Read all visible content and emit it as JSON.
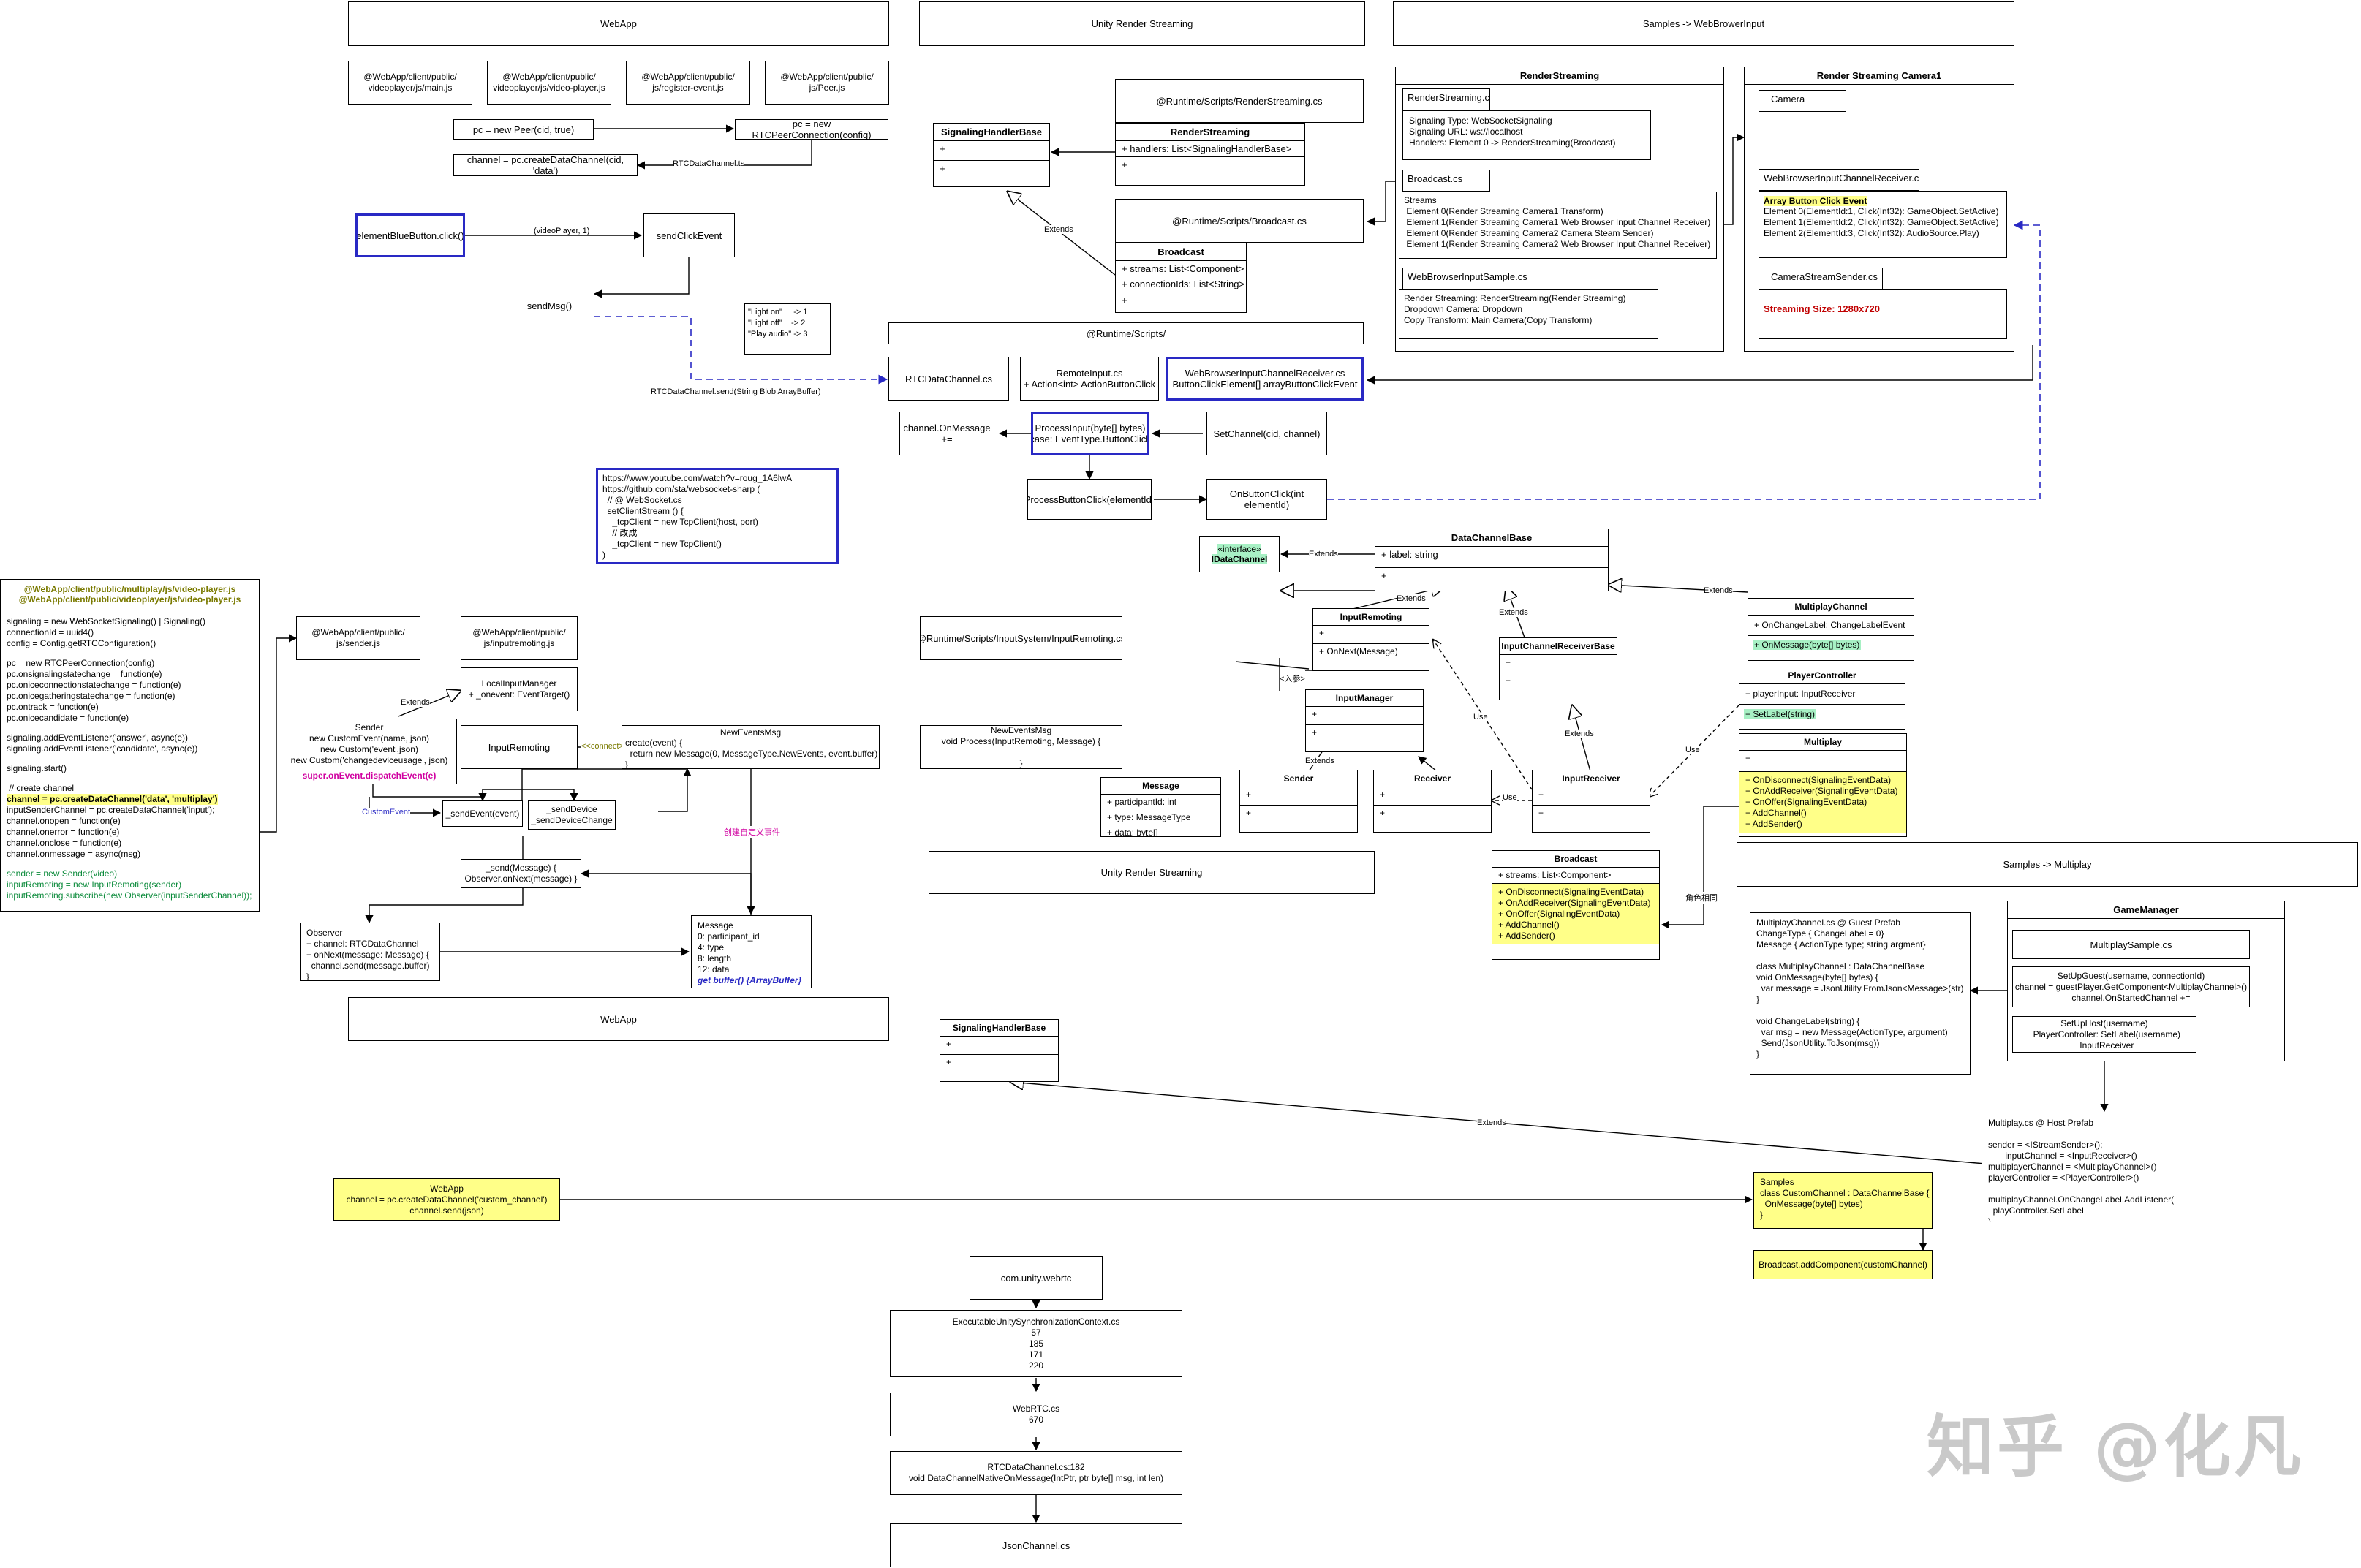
{
  "sections": {
    "webapp_top": "WebApp",
    "unity_render_streaming_top": "Unity Render Streaming",
    "samples_webbrowserinput": "Samples -> WebBrowerInput",
    "webapp_bottom": "WebApp",
    "unity_render_streaming_mid": "Unity Render Streaming",
    "samples_multiplay": "Samples -> Multiplay"
  },
  "webapp_files": [
    "@WebApp/client/public/\nvideoplayer/js/main.js",
    "@WebApp/client/public/\nvideoplayer/js/video-player.js",
    "@WebApp/client/public/\njs/register-event.js",
    "@WebApp/client/public/\njs/Peer.js"
  ],
  "webapp_flow": {
    "new_peer": "pc = new Peer(cid, true)",
    "new_rtc": "pc = new RTCPeerConnection(config)",
    "create_channel": "channel = pc.createDataChannel(cid, 'data')",
    "rtc_ts": "RTCDataChannel.ts",
    "element_click": "elementBlueButton.click()",
    "video_player_edge": "(videoPlayer, 1)",
    "send_click_event": "sendClickEvent",
    "send_msg": "sendMsg()",
    "send_edge": "RTCDataChannel.send(String Blob ArrayBuffer)",
    "light_note": "\"Light on\"     -> 1\n\"Light off\"    -> 2\n\"Play audio\" -> 3"
  },
  "unity_top": {
    "render_streaming_cs": "@Runtime/Scripts/RenderStreaming.cs",
    "render_streaming_class": {
      "name": "RenderStreaming",
      "attrs": [
        "+ handlers: List<SignalingHandlerBase>"
      ],
      "ops": [
        "+"
      ]
    },
    "signaling_handler_base": {
      "name": "SignalingHandlerBase",
      "attrs": [
        "+"
      ],
      "ops": [
        "+"
      ]
    },
    "extends": "Extends",
    "broadcast_cs": "@Runtime/Scripts/Broadcast.cs",
    "broadcast_class": {
      "name": "Broadcast",
      "attrs": [
        "+ streams: List<Component>",
        "+ connectionIds: List<String>"
      ],
      "ops": [
        "+"
      ]
    },
    "runtime_scripts": "@Runtime/Scripts/",
    "rtc_data_channel_cs": "RTCDataChannel.cs",
    "remote_input": "RemoteInput.cs\n+ Action<int> ActionButtonClick",
    "web_browser_receiver": "WebBrowserInputChannelReceiver.cs\nButtonClickElement[] arrayButtonClickEvent",
    "channel_on_message": "channel.OnMessage +=",
    "process_input": "ProcessInput(byte[] bytes)\ncase: EventType.ButtonClick",
    "set_channel": "SetChannel(cid, channel)",
    "process_button_click": "ProcessButtonClick(elementId)",
    "on_button_click": "OnButtonClick(int elementId)"
  },
  "samples_wbi": {
    "render_streaming_panel": "RenderStreaming",
    "render_streaming_cs": "RenderStreaming.cs",
    "signaling_info": "Signaling Type: WebSocketSignaling\nSignaling URL: ws://localhost\nHandlers: Element 0 -> RenderStreaming(Broadcast)",
    "broadcast_cs": "Broadcast.cs",
    "streams_info": "Streams\n Element 0(Render Streaming Camera1 Transform)\n Element 1(Render Streaming Camera1 Web Browser Input Channel Receiver)\n Element 0(Render Streaming Camera2 Camera Steam Sender)\n Element 1(Render Streaming Camera2 Web Browser Input Channel Receiver)",
    "web_browser_input_sample": "WebBrowserInputSample.cs",
    "sample_info": "Render Streaming: RenderStreaming(Render Streaming)\nDropdown Camera: Dropdown\nCopy Transform: Main Camera(Copy Transform)",
    "camera1_panel": "Render Streaming Camera1",
    "camera": "Camera",
    "receiver_cs": "WebBrowserInputChannelReceiver.cs",
    "array_button_title": "Array Button Click Event",
    "array_button_info": "Element 0(ElementId:1, Click(Int32): GameObject.SetActive)\nElement 1(ElementId:2, Click(Int32): GameObject.SetActive)\nElement 2(ElementId:3, Click(Int32): AudioSource.Play)",
    "camera_stream_sender": "CameraStreamSender.cs",
    "streaming_size": "Streaming Size: 1280x720"
  },
  "youtube_note": "https://www.youtube.com/watch?v=roug_1A6lwA\nhttps://github.com/sta/websocket-sharp (\n  // @ WebSocket.cs\n  setClientStream () {\n    _tcpClient = new TcpClient(host, port)\n    // 改成\n    _tcpClient = new TcpClient()\n)",
  "left_code": {
    "header1": "@WebApp/client/public/multiplay/js/video-player.js",
    "header2": "@WebApp/client/public/videoplayer/js/video-player.js",
    "block1": "signaling = new WebSocketSignaling() | Signaling()\nconnectionId = uuid4()\nconfig = Config.getRTCConfiguration()",
    "block2": "pc = new RTCPeerConnection(config)\npc.onsignalingstatechange = function(e)\npc.oniceconnectionstatechange = function(e)\npc.onicegatheringstatechange = function(e)\npc.ontrack = function(e)\npc.onicecandidate = function(e)",
    "block3": "signaling.addEventListener('answer', async(e))\nsignaling.addEventListener('candidate', async(e))",
    "block4": "signaling.start()",
    "create_comment": " // create channel",
    "channel_line": "channel = pc.createDataChannel('data', 'multiplay')",
    "block5": "inputSenderChannel = pc.createDataChannel('input');\nchannel.onopen = function(e)\nchannel.onerror = function(e)\nchannel.onclose = function(e)\nchannel.onmessage = async(msg)",
    "block6": "sender = new Sender(video)\ninputRemoting = new InputRemoting(sender)\ninputRemoting.subscribe(new Observer(inputSenderChannel));"
  },
  "input_flow": {
    "sender_js": "@WebApp/client/public/\njs/sender.js",
    "inputremoting_js": "@WebApp/client/public/\njs/inputremoting.js",
    "local_input_manager": "LocalInputManager\n+ _onevent: EventTarget()",
    "extends": "Extends",
    "sender_box": "Sender\nnew CustomEvent(name, json)\nnew Custom('event',json)\nnew Custom('changedeviceusage', json)",
    "super_dispatch": "super.onEvent.dispatchEvent(e)",
    "input_remoting": "InputRemoting",
    "connect_label": "<<connect>>",
    "new_events_msg": "NewEventsMsg",
    "new_events_code": "create(event) {\n  return new Message(0, MessageType.NewEvents, event.buffer)\n}",
    "custom_event": "CustomEvent",
    "send_event": "_sendEvent(event)",
    "send_device": "_sendDevice\n_sendDeviceChange",
    "send_message": "_send(Message) {\nObserver.onNext(message) }",
    "observer": "Observer\n+ channel: RTCDataChannel\n+ onNext(message: Message) {\n  channel.send(message.buffer)\n}",
    "message": "Message\n0: participant_id\n4: type\n8: length\n12: data",
    "get_buffer": "get buffer() {ArrayBuffer}",
    "create_custom_event": "创建自定义事件"
  },
  "input_system": {
    "input_remoting_cs": "@Runtime/Scripts/InputSystem/InputRemoting.cs",
    "new_events_msg": "NewEventsMsg\nvoid Process(InputRemoting, Message) {\n\n}",
    "message_class": {
      "name": "Message",
      "attrs": [
        "+ participantId: int",
        "+ type: MessageType",
        "+ data: byte[]"
      ]
    },
    "idatachannel_stereo": "«interface»",
    "idatachannel": "IDataChannel",
    "extends": "Extends",
    "data_channel_base": {
      "name": "DataChannelBase",
      "attrs": [
        "+ label: string"
      ],
      "ops": [
        "+"
      ]
    },
    "input_remoting_class": {
      "name": "InputRemoting",
      "attrs": [
        "+"
      ],
      "ops": [
        "+ OnNext(Message)"
      ]
    },
    "input_channel_receiver_base": {
      "name": "InputChannelReceiverBase",
      "attrs": [
        "+"
      ],
      "ops": [
        "+"
      ]
    },
    "input_manager": {
      "name": "InputManager",
      "attrs": [
        "+"
      ],
      "ops": [
        "+"
      ]
    },
    "sender": {
      "name": "Sender",
      "attrs": [
        "+"
      ],
      "ops": [
        "+"
      ]
    },
    "receiver": {
      "name": "Receiver",
      "attrs": [
        "+"
      ],
      "ops": [
        "+"
      ]
    },
    "input_receiver": {
      "name": "InputReceiver",
      "attrs": [
        "+"
      ],
      "ops": [
        "+"
      ]
    },
    "use": "Use",
    "param_label": "<入参>",
    "broadcast": {
      "name": "Broadcast",
      "attrs": [
        "+ streams: List<Component>"
      ],
      "ops": [
        "+ OnDisconnect(SignalingEventData)",
        "+ OnAddReceiver(SignalingEventData)",
        "+ OnOffer(SignalingEventData)",
        "+ AddChannel()",
        "+ AddSender()"
      ]
    },
    "multiplay_channel": {
      "name": "MultiplayChannel",
      "attrs": [
        "+ OnChangeLabel: ChangeLabelEvent"
      ],
      "ops": [
        "+ OnMessage(byte[] bytes)"
      ]
    },
    "player_controller": {
      "name": "PlayerController",
      "attrs": [
        "+ playerInput: InputReceiver"
      ],
      "ops": [
        "+ SetLabel(string)"
      ]
    },
    "multiplay": {
      "name": "Multiplay",
      "attrs": [
        "+"
      ],
      "ops": [
        "+ OnDisconnect(SignalingEventData)",
        "+ OnAddReceiver(SignalingEventData)",
        "+ OnOffer(SignalingEventData)",
        "+ AddChannel()",
        "+ AddSender()"
      ]
    },
    "same_role": "角色相同"
  },
  "multiplay_sample": {
    "channel_code": "MultiplayChannel.cs @ Guest Prefab\nChangeType { ChangeLabel = 0}\nMessage { ActionType type; string argment}\n\nclass MultiplayChannel : DataChannelBase\nvoid OnMessage(byte[] bytes) {\n  var message = JsonUtility.FromJson<Message>(str)\n}\n\nvoid ChangeLabel(string) {\n  var msg = new Message(ActionType, argument)\n  Send(JsonUtility.ToJson(msg))\n}",
    "game_manager": "GameManager",
    "multiplay_sample_cs": "MultiplaySample.cs",
    "setup_guest": "SetUpGuest(username, connectionId)\nchannel = guestPlayer.GetComponent<MultiplayChannel>()\nchannel.OnStartedChannel +=",
    "setup_host": "SetUpHost(username)\n  PlayerController: SetLabel(username)\n  InputReceiver",
    "host_prefab": "Multiplay.cs @ Host Prefab\n\nsender = <IStreamSender>();\n       inputChannel = <InputReceiver>()\nmultiplayerChannel = <MultiplayChannel>()\nplayerController = <PlayerController>()\n\nmultiplayChannel.OnChangeLabel.AddListener(\n  playController.SetLabel\n)",
    "samples_box": "Samples\nclass CustomChannel : DataChannelBase {\n  OnMessage(byte[] bytes)\n}",
    "broadcast_add": "Broadcast.addComponent(customChannel)",
    "signaling_base": {
      "name": "SignalingHandlerBase",
      "attrs": [
        "+"
      ],
      "ops": [
        "+"
      ]
    },
    "extends": "Extends",
    "webapp_custom": "WebApp\nchannel = pc.createDataChannel('custom_channel')\nchannel.send(json)"
  },
  "webrtc_stack": [
    "com.unity.webrtc",
    "ExecutableUnitySynchronizationContext.cs\n57\n185\n171\n220",
    "WebRTC.cs\n670",
    "RTCDataChannel.cs:182\nvoid DataChannelNativeOnMessage(IntPtr, ptr byte[] msg, int len)",
    "JsonChannel.cs"
  ],
  "watermark": "知乎 @化凡",
  "colors": {
    "accent_blue": "#2929c4",
    "highlight_yellow": "#ffff88",
    "highlight_green": "#a7f0c4",
    "olive": "#7a7a00",
    "green_text": "#0a8a3a",
    "red_text": "#c00000"
  }
}
